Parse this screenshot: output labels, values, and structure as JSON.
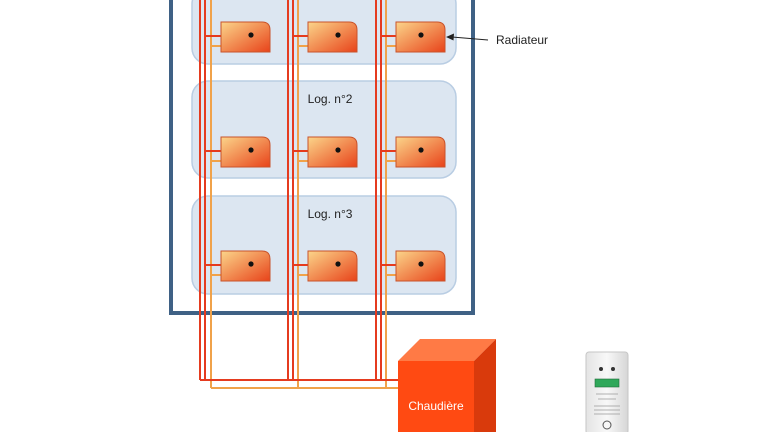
{
  "diagram": {
    "apartments": [
      {
        "label": ""
      },
      {
        "label": "Log. n°2"
      },
      {
        "label": "Log. n°3"
      }
    ],
    "radiator_callout": "Radiateur",
    "boiler_label": "Chaudière",
    "colors": {
      "building_border": "#3f6185",
      "apartment_fill": "#dce6f1",
      "apartment_border": "#b9cde3",
      "supply_pipe": "#e53b1f",
      "return_pipe": "#f0a24a",
      "radiator_light": "#fbcf7e",
      "radiator_dark": "#ec4a1d",
      "boiler_front": "#ff4a12",
      "boiler_top": "#ff7a45",
      "boiler_side": "#d93a0c"
    }
  }
}
